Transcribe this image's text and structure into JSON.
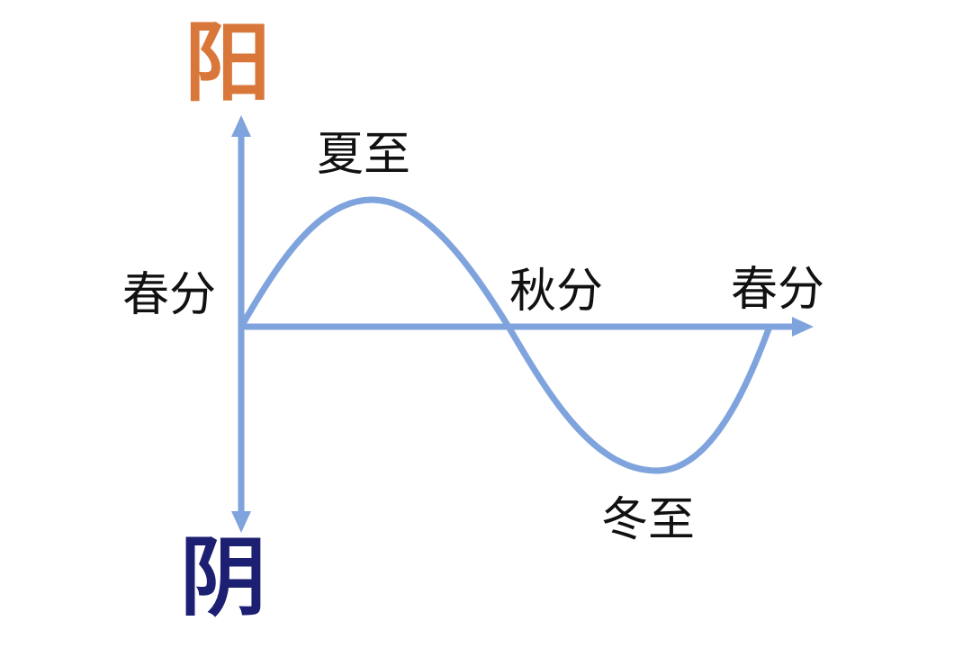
{
  "labels": {
    "yang": "阳",
    "yin": "阴",
    "summer_solstice": "夏至",
    "spring_equinox_start": "春分",
    "autumn_equinox": "秋分",
    "spring_equinox_end": "春分",
    "winter_solstice": "冬至"
  },
  "colors": {
    "axis_and_curve": "#7fa3dc",
    "yang": "#d9773a",
    "yin": "#1c1f72",
    "text": "#111111"
  }
}
